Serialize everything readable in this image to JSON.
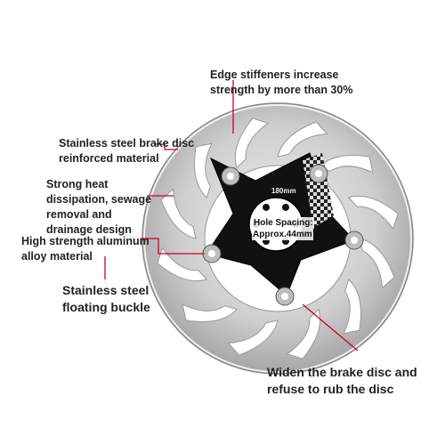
{
  "callouts": {
    "edge_stiffeners": "Edge stiffeners increase\nstrength by more than 30%",
    "stainless_disc": "Stainless steel brake disc\nreinforced material",
    "heat_dissipation": "Strong heat\ndissipation, sewage\nremoval and\ndrainage design",
    "aluminum_alloy": "High strength aluminum\nalloy material",
    "floating_buckle": "Stainless steel\nfloating buckle",
    "widen_disc": "Widen the brake disc and\nrefuse to rub the disc"
  },
  "product_marks": {
    "size_mark": "180mm",
    "hole_spacing_line1": "Hole Spacing:",
    "hole_spacing_line2": "Approx.44mm"
  },
  "colors": {
    "callout_line": "#d0021b",
    "callout_text": "#222222",
    "callout_text_accent": "#d0021b",
    "rotor_steel": "#c9c9c9",
    "spider_black": "#111111"
  }
}
